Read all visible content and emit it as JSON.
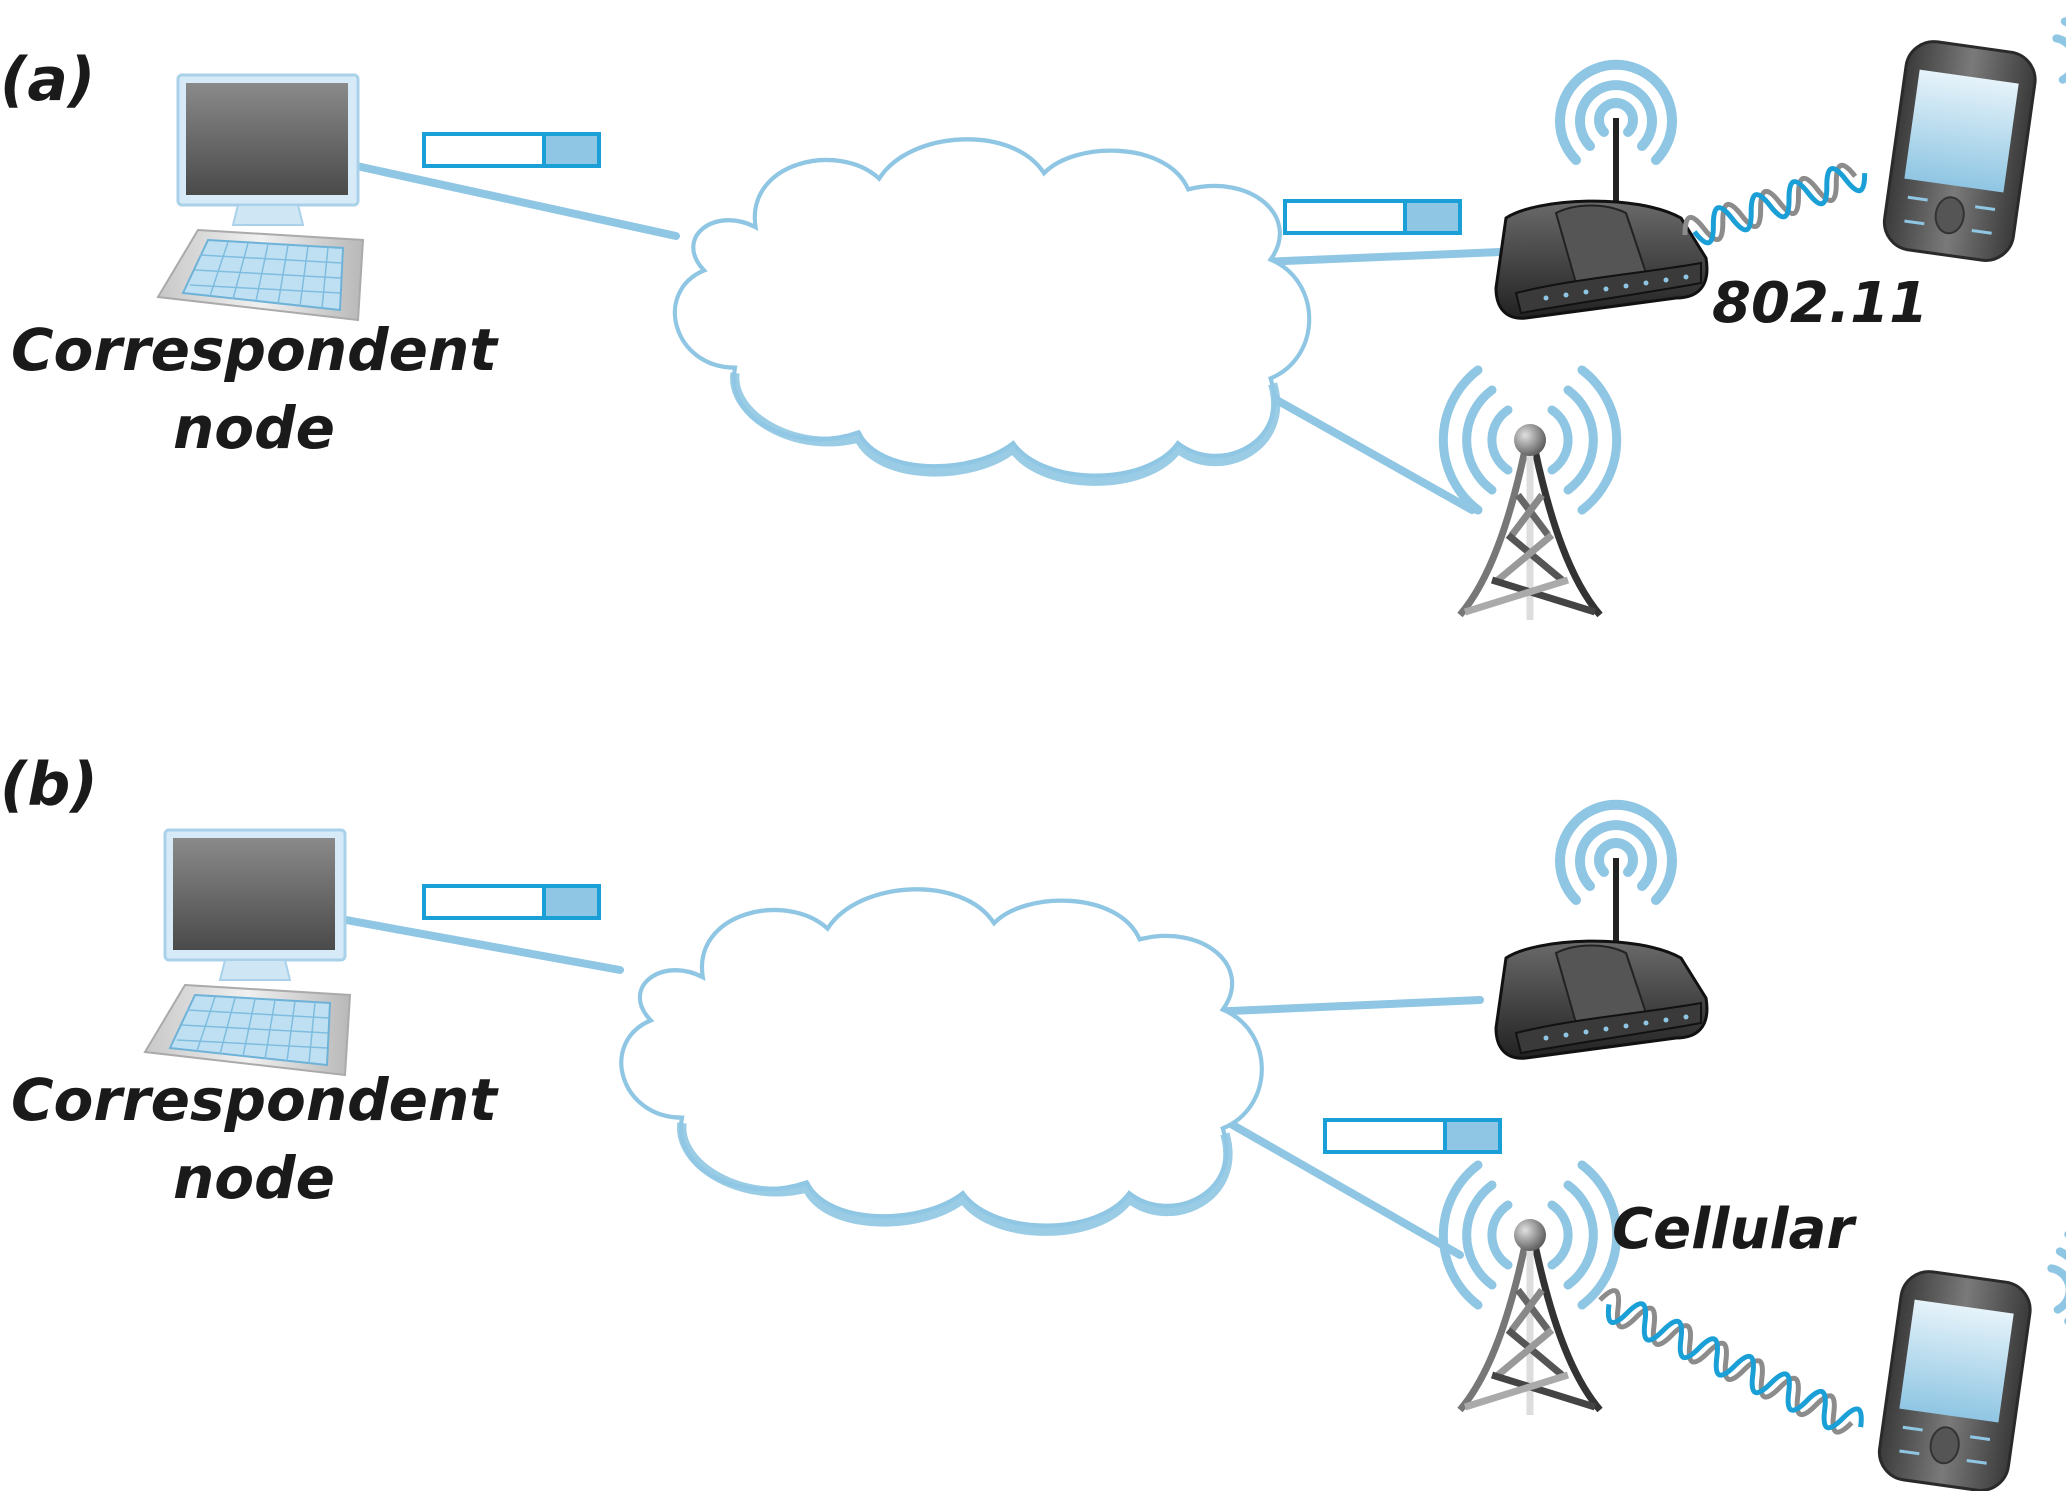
{
  "panels": [
    {
      "id": "a",
      "label": "(a)",
      "correspondent": {
        "line1": "Correspondent",
        "line2": "node"
      },
      "wireless_label": "802.11",
      "mobile_attached_to": "wifi-router"
    },
    {
      "id": "b",
      "label": "(b)",
      "correspondent": {
        "line1": "Correspondent",
        "line2": "node"
      },
      "wireless_label": "Cellular",
      "mobile_attached_to": "cell-tower"
    }
  ],
  "colors": {
    "link": "#8fc6e3",
    "cloud_stroke": "#8fc6e3",
    "packet_border": "#1a9fd6",
    "packet_fill": "#8fc6e3",
    "wave_blue": "#1a9fd6",
    "wave_gray": "#8c8c8c",
    "signal": "#8fc6e3",
    "text": "#1a1a1a"
  }
}
